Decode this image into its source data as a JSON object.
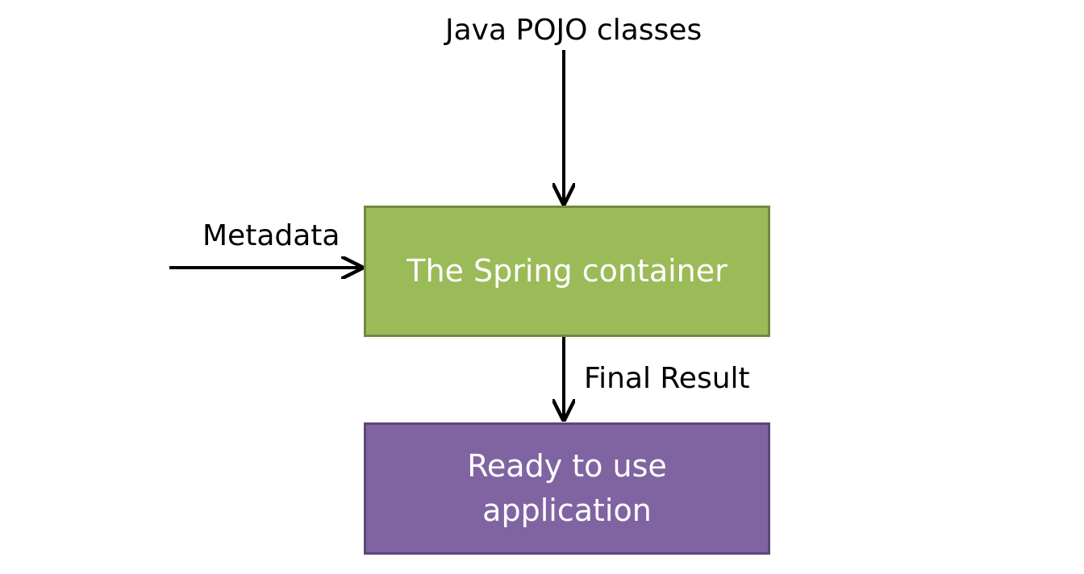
{
  "inputs": {
    "pojo_label": "Java POJO classes",
    "metadata_label": "Metadata"
  },
  "container": {
    "label": "The Spring container",
    "color": "#9bbb59"
  },
  "output": {
    "edge_label": "Final Result",
    "label_line1": "Ready to use",
    "label_line2": "application",
    "color": "#8064a2"
  }
}
